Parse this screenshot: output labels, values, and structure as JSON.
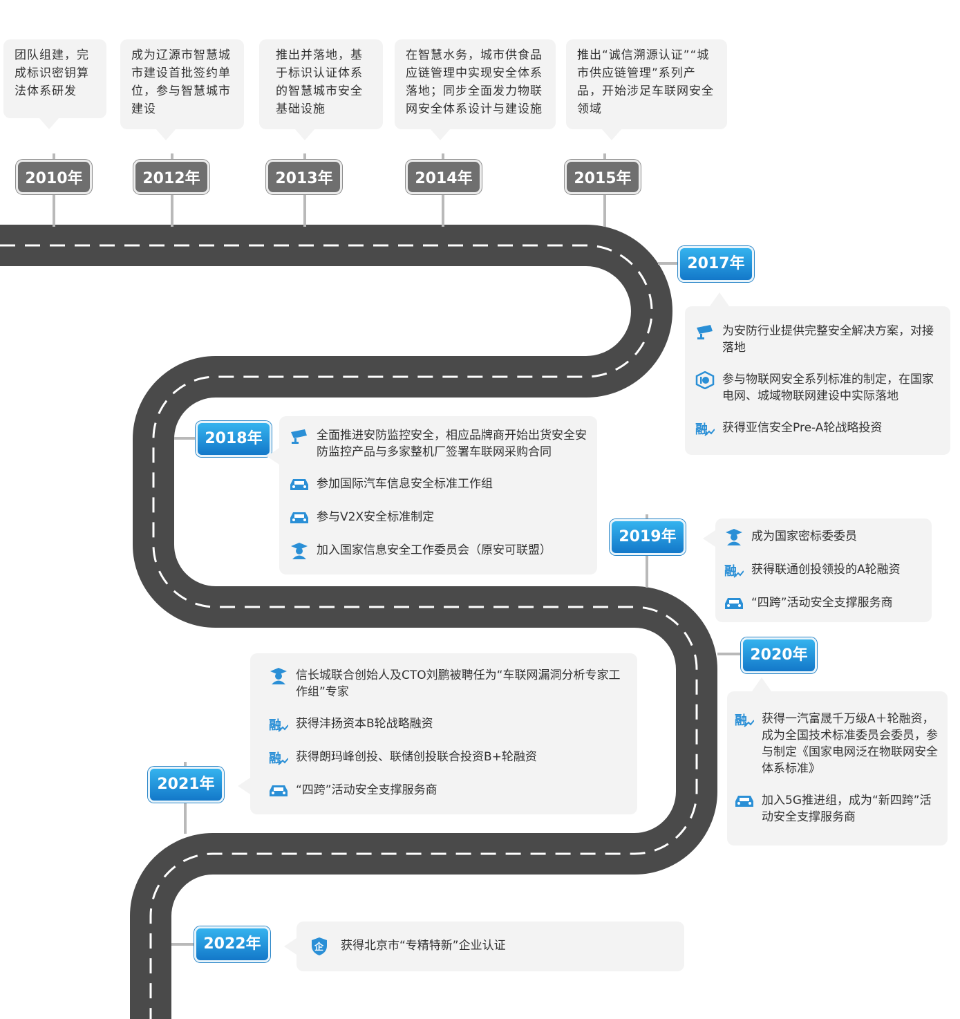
{
  "timeline": [
    {
      "year": "2010年",
      "style": "gray",
      "text": "团队组建，完成标识密钥算法体系研发"
    },
    {
      "year": "2012年",
      "style": "gray",
      "text": "成为辽源市智慧城市建设首批签约单位，参与智慧城市建设"
    },
    {
      "year": "2013年",
      "style": "gray",
      "text": "推出并落地，基于标识认证体系的智慧城市安全基础设施"
    },
    {
      "year": "2014年",
      "style": "gray",
      "text": "在智慧水务，城市供食品应链管理中实现安全体系落地；同步全面发力物联网安全体系设计与建设施"
    },
    {
      "year": "2015年",
      "style": "gray",
      "text": "推出“诚信溯源认证”“城市供应链管理”系列产品，开始涉足车联网安全领域"
    },
    {
      "year": "2017年",
      "style": "blue",
      "items": [
        {
          "icon": "camera-icon",
          "text": "为安防行业提供完整安全解决方案，对接落地"
        },
        {
          "icon": "iot-icon",
          "text": "参与物联网安全系列标准的制定，在国家电网、城域物联网建设中实际落地"
        },
        {
          "icon": "finance-icon",
          "text": "获得亚信安全Pre-A轮战略投资"
        }
      ]
    },
    {
      "year": "2018年",
      "style": "blue",
      "items": [
        {
          "icon": "camera-icon",
          "text": "全面推进安防监控安全，相应品牌商开始出货安全安防监控产品与多家整机厂签署车联网采购合同"
        },
        {
          "icon": "car-icon",
          "text": "参加国际汽车信息安全标准工作组"
        },
        {
          "icon": "car-icon",
          "text": "参与V2X安全标准制定"
        },
        {
          "icon": "expert-icon",
          "text": "加入国家信息安全工作委员会（原安可联盟）"
        }
      ]
    },
    {
      "year": "2019年",
      "style": "blue",
      "items": [
        {
          "icon": "expert-icon",
          "text": "成为国家密标委委员"
        },
        {
          "icon": "finance-icon",
          "text": "获得联通创投领投的A轮融资"
        },
        {
          "icon": "car-icon",
          "text": "“四跨”活动安全支撑服务商"
        }
      ]
    },
    {
      "year": "2020年",
      "style": "blue",
      "items": [
        {
          "icon": "finance-icon",
          "text": "获得一汽富晟千万级A＋轮融资，成为全国技术标准委员会委员，参与制定《国家电网泛在物联网安全体系标准》"
        },
        {
          "icon": "car-icon",
          "text": "加入5G推进组，成为“新四跨”活动安全支撑服务商"
        }
      ]
    },
    {
      "year": "2021年",
      "style": "blue",
      "items": [
        {
          "icon": "expert-icon",
          "text": "信长城联合创始人及CTO刘鹏被聘任为“车联网漏洞分析专家工作组”专家"
        },
        {
          "icon": "finance-icon",
          "text": "获得沣扬资本B轮战略融资"
        },
        {
          "icon": "finance-icon",
          "text": "获得朗玛峰创投、联储创投联合投资B+轮融资"
        },
        {
          "icon": "car-icon",
          "text": "“四跨”活动安全支撑服务商"
        }
      ]
    },
    {
      "year": "2022年",
      "style": "blue",
      "items": [
        {
          "icon": "shield-icon",
          "text": "获得北京市“专精特新”企业认证"
        }
      ]
    }
  ],
  "colors": {
    "road": "#4a4a4a",
    "dash": "#ffffff",
    "bubble": "#f3f3f3",
    "gray_sign": "#6f6f6f",
    "blue_sign_top": "#35b3ee",
    "blue_sign_bottom": "#1378c9",
    "icon": "#2a8fd6"
  }
}
